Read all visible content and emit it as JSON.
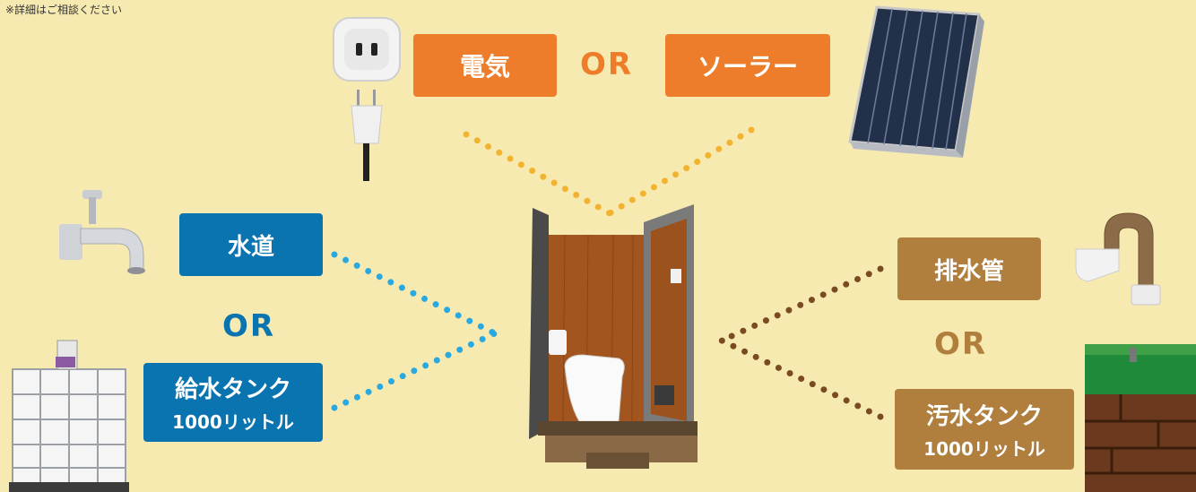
{
  "note": "※詳細はご相談ください",
  "power": {
    "option_a": "電気",
    "or": "OR",
    "option_b": "ソーラー",
    "accent_color": "#ee7d2b"
  },
  "water_supply": {
    "option_a": "水道",
    "or": "OR",
    "option_b": "給水タンク",
    "option_b_sub": "1000リットル",
    "accent_color": "#0a74b0"
  },
  "drainage": {
    "option_a": "排水管",
    "or": "OR",
    "option_b": "汚水タンク",
    "option_b_sub": "1000リットル",
    "accent_color": "#b07f3e"
  },
  "connector_colors": {
    "power": "#f2b430",
    "water": "#2aa9e0",
    "drain": "#7a4b22"
  }
}
